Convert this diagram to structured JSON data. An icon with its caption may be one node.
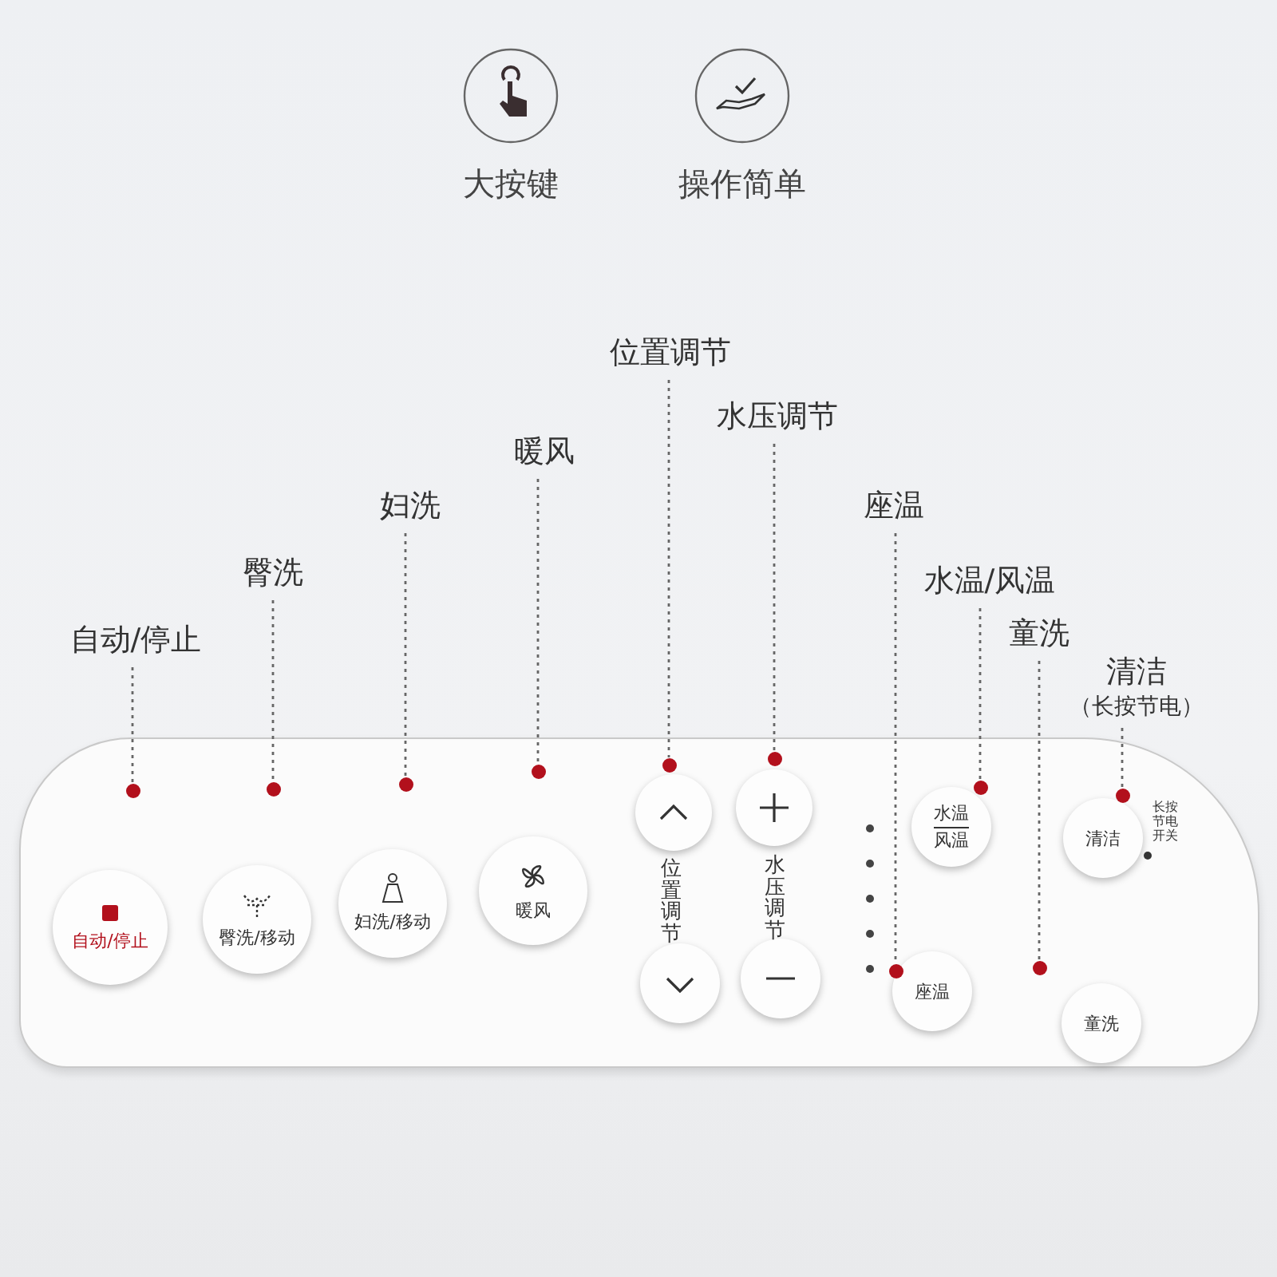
{
  "diagram": {
    "nodes": [
      {
        "text": [
          "大按键"
        ]
      },
      {
        "text": [
          "操作简单"
        ]
      },
      {
        "text": [
          "自动/停止"
        ]
      },
      {
        "text": [
          "臀洗"
        ]
      },
      {
        "text": [
          "妇洗"
        ]
      },
      {
        "text": [
          "暖风"
        ]
      },
      {
        "text": [
          "位置调节"
        ]
      },
      {
        "text": [
          "水压调节"
        ]
      },
      {
        "text": [
          "座温"
        ]
      },
      {
        "text": [
          "水温/风温"
        ]
      },
      {
        "text": [
          "童洗"
        ]
      },
      {
        "text": [
          "清洁",
          "（长按节电）"
        ]
      },
      {
        "text": [],
        "shape": "box"
      },
      {
        "text": [
          "自动/停止"
        ],
        "in": 12
      },
      {
        "text": [
          "臀洗/移动"
        ],
        "in": 12
      },
      {
        "text": [
          "妇洗/移动"
        ],
        "in": 12
      },
      {
        "text": [
          "暖风"
        ],
        "in": 12
      },
      {
        "text": [],
        "shape": "circle",
        "in": 12
      },
      {
        "text": [],
        "shape": "circle",
        "in": 12
      },
      {
        "text": [],
        "shape": "circle",
        "in": 12
      },
      {
        "text": [],
        "shape": "circle",
        "in": 12
      },
      {
        "text": [
          "水温",
          "风温"
        ],
        "in": 12
      },
      {
        "text": [
          "座温"
        ],
        "in": 12
      },
      {
        "text": [
          "清洁"
        ],
        "in": 12
      },
      {
        "text": [
          "童洗"
        ],
        "in": 12
      },
      {
        "text": [],
        "shape": "circle",
        "in": 12
      },
      {
        "text": [],
        "shape": "circle",
        "in": 12
      },
      {
        "text": [],
        "shape": "circle",
        "in": 12
      },
      {
        "text": [],
        "shape": "circle",
        "in": 12
      },
      {
        "text": [],
        "shape": "circle",
        "in": 12
      },
      {
        "text": [],
        "shape": "circle",
        "in": 12
      },
      {
        "text": [],
        "shape": "circle",
        "in": 12
      },
      {
        "text": [],
        "shape": "circle",
        "in": 12
      },
      {
        "text": [],
        "shape": "circle",
        "in": 12
      },
      {
        "text": [],
        "shape": "circle",
        "in": 12
      }
    ],
    "edges": [
      {
        "from": 2,
        "to": 25,
        "arrow": "none",
        "style": "dashed"
      },
      {
        "from": 3,
        "to": 26,
        "arrow": "none",
        "style": "dashed"
      },
      {
        "from": 4,
        "to": 27,
        "arrow": "none",
        "style": "dashed"
      },
      {
        "from": 5,
        "to": 28,
        "arrow": "none",
        "style": "dashed"
      },
      {
        "from": 6,
        "to": 29,
        "arrow": "none",
        "style": "dashed"
      },
      {
        "from": 7,
        "to": 30,
        "arrow": "none",
        "style": "dashed"
      },
      {
        "from": 8,
        "to": 31,
        "arrow": "none",
        "style": "dashed"
      },
      {
        "from": 9,
        "to": 32,
        "arrow": "none",
        "style": "dashed"
      },
      {
        "from": 10,
        "to": 33,
        "arrow": "none",
        "style": "dashed"
      },
      {
        "from": 11,
        "to": 34,
        "arrow": "none",
        "style": "dashed"
      }
    ],
    "labels": [
      "位置调节",
      "水压调节",
      "长按节电开关"
    ]
  }
}
